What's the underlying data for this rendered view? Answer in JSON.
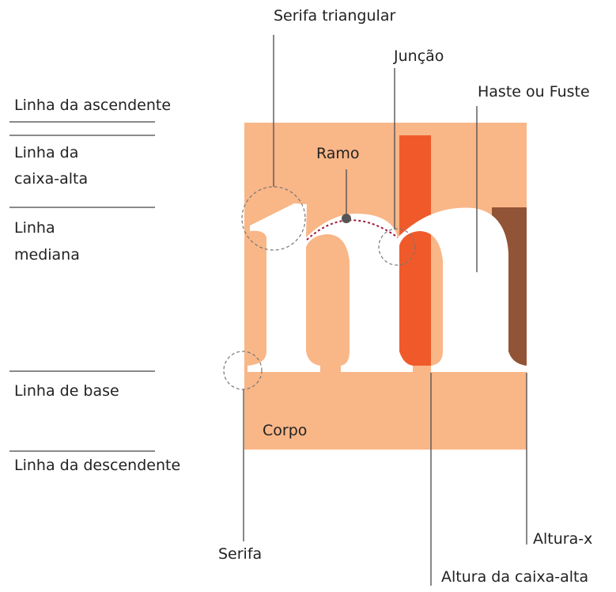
{
  "colors": {
    "body_box": "#f9b687",
    "cap_height_bar": "#f05a2a",
    "x_height_bar": "#925436",
    "letter": "#ffffff",
    "leader_line": "#555555",
    "arc": "#a0183a",
    "circle": "#777777"
  },
  "letter": {
    "glyph": "m"
  },
  "lines": {
    "ascender": "Linha da ascendente",
    "cap_line_1": "Linha da",
    "cap_line_2": "caixa-alta",
    "mean_line_1": "Linha",
    "mean_line_2": "mediana",
    "baseline": "Linha de base",
    "descender": "Linha da descendente"
  },
  "parts": {
    "triangular_serif": "Serifa triangular",
    "juncao": "Junção",
    "stem": "Haste ou Fuste",
    "ramo": "Ramo",
    "corpo": "Corpo",
    "serif": "Serifa",
    "x_height": "Altura-x",
    "cap_height": "Altura da caixa-alta"
  }
}
